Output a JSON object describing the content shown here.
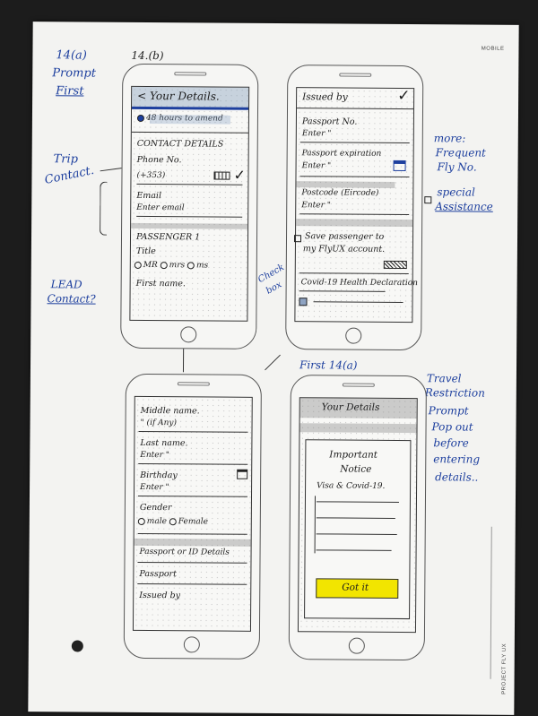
{
  "paper": {
    "corner_label": "MOBILE",
    "side_label": "PROJECT FLY UX"
  },
  "screens": {
    "s14b": {
      "label": "14.(b)",
      "header": "< Your Details.",
      "timer": "48 hours to amend",
      "contact_heading": "CONTACT DETAILS",
      "phone_label": "Phone No.",
      "phone_code": "(+353)",
      "email_label": "Email",
      "email_placeholder": "Enter email",
      "passenger_heading": "PASSENGER 1",
      "title_label": "Title",
      "title_options": [
        "MR",
        "mrs",
        "ms"
      ],
      "first_name_label": "First name."
    },
    "s2": {
      "issued_by": "Issued by",
      "passport_no": "Passport No.",
      "passport_enter": "Enter \"",
      "passport_expiration": "Passport expiration",
      "expiration_enter": "Enter \"",
      "postcode": "Postcode (Eircode)",
      "postcode_enter": "Enter \"",
      "save_passenger": "Save passenger to",
      "save_passenger_2": "my FlyUX account.",
      "covid": "Covid-19 Health Declaration"
    },
    "s3": {
      "middle_name": "Middle name.",
      "middle_enter": "\"     (if Any)",
      "last_name": "Last name.",
      "last_enter": "Enter \"",
      "birthday": "Birthday",
      "birthday_enter": "Enter \"",
      "gender": "Gender",
      "gender_options": [
        "male",
        "Female"
      ],
      "passport_heading": "Passport or ID Details",
      "passport": "Passport",
      "issued_by": "Issued by"
    },
    "s14a": {
      "label": "First 14(a)",
      "header": "Your Details",
      "notice_title": "Important",
      "notice_title_2": "Notice",
      "notice_body": "Visa & Covid-19.",
      "button": "Got it"
    }
  },
  "annotations": {
    "a14a": "14(a)",
    "prompt": "Prompt",
    "first": "First",
    "trip": "Trip",
    "contact": "Contact.",
    "lead": "LEAD",
    "contact_q": "Contact?",
    "more": "more:",
    "frequent": "Frequent",
    "flyno": "Fly No.",
    "special": "special",
    "assistance": "Assistance",
    "check": "Check",
    "box": "box",
    "travel": "Travel",
    "restriction": "Restriction",
    "prompt2": "Prompt",
    "popout": "Pop out",
    "before": "before",
    "entering": "entering",
    "details": "details.."
  },
  "colors": {
    "ink_blue": "#1d3f9e",
    "highlight_yellow": "#f2e500",
    "marker_grey": "#9a9a9a"
  }
}
